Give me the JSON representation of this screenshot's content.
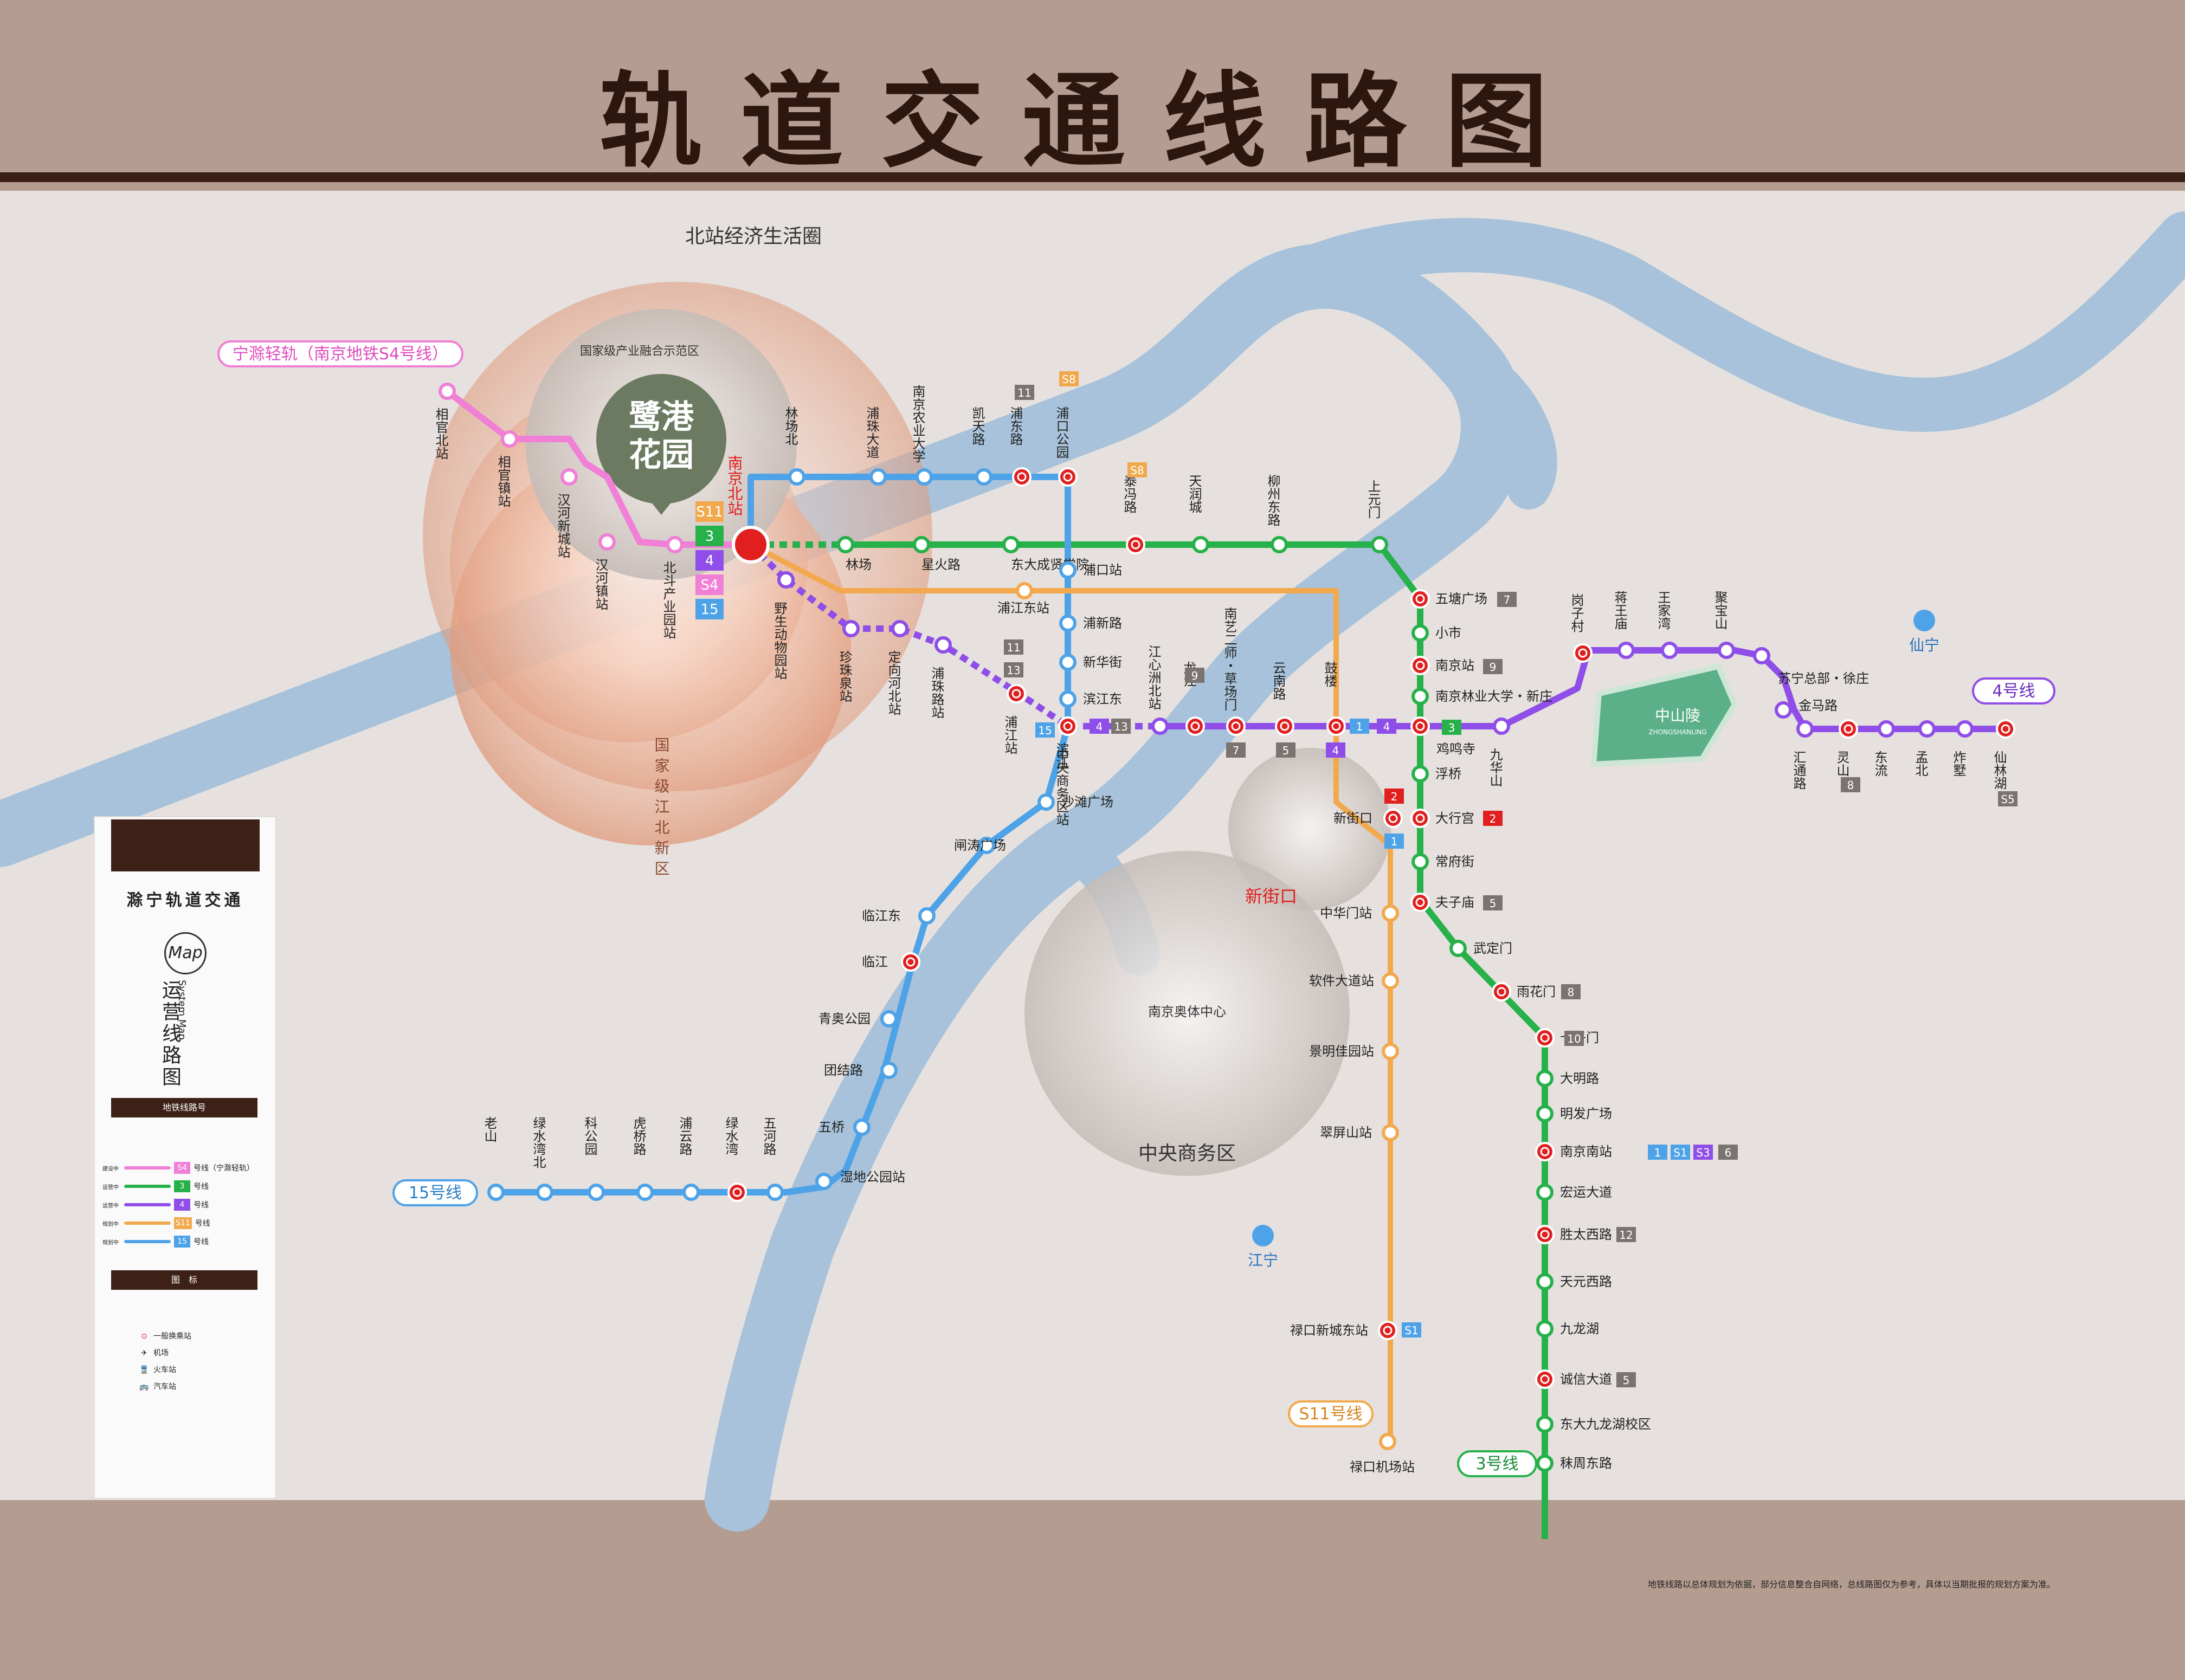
{
  "header": {
    "title": "轨道交通线路图"
  },
  "footer": {
    "note": "地铁线路以总体规划为依据，部分信息整合自网络，总线路图仅为参考，具体以当期批报的规划方案为准。"
  },
  "colors": {
    "band": "#b49d90",
    "rule": "#3b1f15",
    "map_bg": "#e6e1de",
    "river": "#a7c2da",
    "line_s4": "#f07fd6",
    "line_3": "#27b14a",
    "line_4": "#8f4ee8",
    "line_s11": "#f2a94e",
    "line_15": "#4ea3e8",
    "interchange": "#e11f1f"
  },
  "zones": {
    "north_area": "北站经济生活圈",
    "pilot_area": "国家级产业融合示范区",
    "project_line1": "鹭港",
    "project_line2": "花园",
    "new_area": "国家级江北新区",
    "cbd": "中央商务区",
    "xinjiekou": "新街口",
    "olympic": "南京奥体中心",
    "zhongshanling": "中山陵",
    "zhongshanling_sub": "ZHONGSHANLING",
    "xianning": "仙宁",
    "jiangning": "江宁"
  },
  "line_tags": {
    "s4": "宁滁轻轨（南京地铁S4号线）",
    "l15": "15号线",
    "l4": "4号线",
    "s11": "S11号线",
    "l3": "3号线"
  },
  "north_station": {
    "name": "南京北站",
    "badges": [
      "S11",
      "3",
      "4",
      "S4",
      "15"
    ]
  },
  "stations": {
    "s4": [
      "相官北站",
      "相官镇站",
      "汉河新城站",
      "汉河镇站",
      "北斗产业园站"
    ],
    "l3": [
      "林场",
      "星火路",
      "东大成贤学院",
      "泰冯路",
      "天润城",
      "柳州东路",
      "上元门",
      "五塘广场",
      "小市",
      "南京站",
      "南京林业大学・新庄",
      "鸡鸣寺",
      "浮桥",
      "大行宫",
      "常府街",
      "夫子庙",
      "武定门",
      "雨花门",
      "卡子门",
      "大明路",
      "明发广场",
      "南京南站",
      "宏运大道",
      "胜太西路",
      "天元西路",
      "九龙湖",
      "诚信大道",
      "东大九龙湖校区",
      "秣周东路"
    ],
    "l15": [
      "林场北",
      "浦珠大道",
      "南京农业大学",
      "凯天路",
      "浦东路",
      "浦口公园",
      "浦口站",
      "浦新路",
      "新华街",
      "滨江东",
      "滨江",
      "沙滩广场",
      "闸涛广场",
      "临江东",
      "临江",
      "青奥公园",
      "团结路",
      "五桥",
      "湿地公园站",
      "五河路",
      "绿水湾",
      "浦云路",
      "虎桥路",
      "科公园",
      "绿水湾北",
      "老山"
    ],
    "l4": [
      "野生动物园站",
      "珍珠泉站",
      "定向河北站",
      "浦珠路站",
      "浦江站",
      "中央商务区站",
      "江心洲北站",
      "龙江",
      "南艺二师・草场门",
      "云南路",
      "鼓楼",
      "九华山",
      "岗子村",
      "蒋王庙",
      "王家湾",
      "聚宝山",
      "苏宁总部・徐庄",
      "金马路",
      "汇通路",
      "灵山",
      "东流",
      "孟北",
      "炸墅",
      "仙林湖"
    ],
    "s11": [
      "浦江东站",
      "新街口",
      "中华门站",
      "软件大道站",
      "景明佳园站",
      "翠屏山站",
      "禄口新城东站",
      "禄口机场站"
    ]
  },
  "transfer_badges": {
    "kaitian": "11",
    "pukou_park": "S8",
    "taifeng": "S8",
    "pujiang_a": "11",
    "pujiang_b": "13",
    "binjiang_15": "15",
    "binjiang_4": "4",
    "binjiang_13": "13",
    "longjiang": "9",
    "caochang": "7",
    "yunnan": "5",
    "gulou_14a": "1",
    "gulou_14b": "4",
    "gulou_4": "4",
    "jimingsi": "3",
    "xinjiekou_2": "2",
    "xinjiekou_1": "1",
    "daxinggong": "2",
    "wutang": "7",
    "nanjing_zhan": "9",
    "fuzimiao": "5",
    "yuhuamen": "8",
    "kazimen": "10",
    "south_1": "1",
    "south_s1": "S1",
    "south_s3": "S3",
    "south_6": "6",
    "shengtai": "12",
    "chengxin": "5",
    "lingshan": "8",
    "xianlinhu": "S5",
    "lukou": "S1"
  },
  "legend": {
    "title": "滁宁轨道交通",
    "map_badge": "Map",
    "map_title": "运营线路图",
    "map_sub": "System Map",
    "lines_header": "地铁线路号",
    "lines": [
      {
        "state": "建设中",
        "badge": "S4",
        "name": "号线（宁滁轻轨）",
        "color": "#f07fd6"
      },
      {
        "state": "运营中",
        "badge": "3",
        "name": "号线",
        "color": "#27b14a"
      },
      {
        "state": "运营中",
        "badge": "4",
        "name": "号线",
        "color": "#8f4ee8"
      },
      {
        "state": "规划中",
        "badge": "S11",
        "name": "号线",
        "color": "#f2a94e"
      },
      {
        "state": "规划中",
        "badge": "15",
        "name": "号线",
        "color": "#4ea3e8"
      }
    ],
    "icons_header": "图　标",
    "icons": [
      "一般换乘站",
      "机场",
      "火车站",
      "汽车站"
    ]
  }
}
